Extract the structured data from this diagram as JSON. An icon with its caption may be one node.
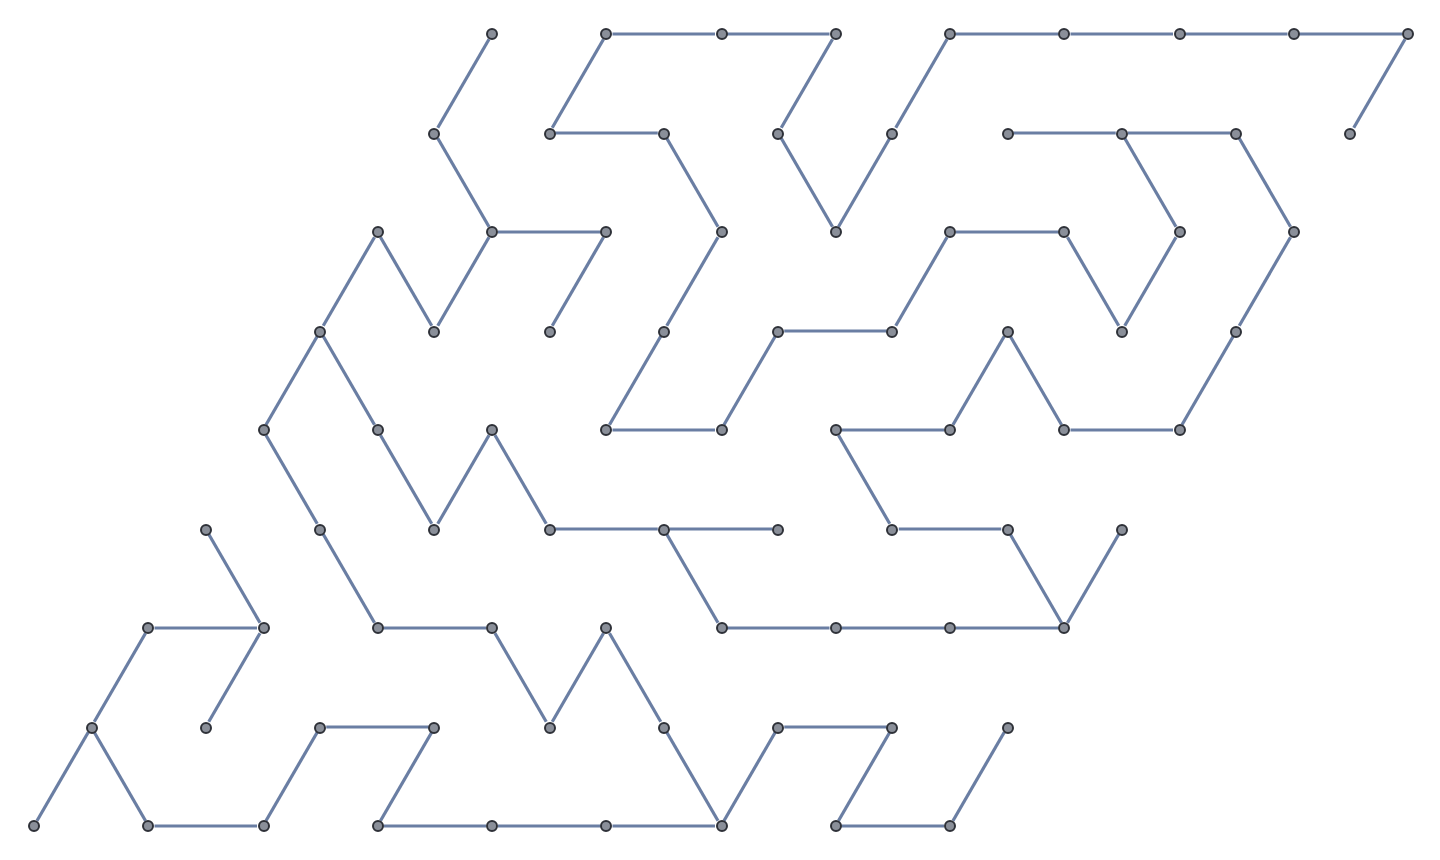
{
  "diagram": {
    "nodes": [
      {
        "text": [],
        "shape": "circle"
      },
      {
        "text": [],
        "shape": "circle"
      },
      {
        "text": [],
        "shape": "circle"
      },
      {
        "text": [],
        "shape": "circle"
      },
      {
        "text": [],
        "shape": "circle"
      },
      {
        "text": [],
        "shape": "circle"
      },
      {
        "text": [],
        "shape": "circle"
      },
      {
        "text": [],
        "shape": "circle"
      },
      {
        "text": [],
        "shape": "circle"
      },
      {
        "text": [],
        "shape": "circle"
      },
      {
        "text": [],
        "shape": "circle"
      },
      {
        "text": [],
        "shape": "circle"
      },
      {
        "text": [],
        "shape": "circle"
      },
      {
        "text": [],
        "shape": "circle"
      },
      {
        "text": [],
        "shape": "circle"
      },
      {
        "text": [],
        "shape": "circle"
      },
      {
        "text": [],
        "shape": "circle"
      },
      {
        "text": [],
        "shape": "circle"
      },
      {
        "text": [],
        "shape": "circle"
      },
      {
        "text": [],
        "shape": "circle"
      },
      {
        "text": [],
        "shape": "circle"
      },
      {
        "text": [],
        "shape": "circle"
      },
      {
        "text": [],
        "shape": "circle"
      },
      {
        "text": [],
        "shape": "circle"
      },
      {
        "text": [],
        "shape": "circle"
      },
      {
        "text": [],
        "shape": "circle"
      },
      {
        "text": [],
        "shape": "circle"
      },
      {
        "text": [],
        "shape": "circle"
      },
      {
        "text": [],
        "shape": "circle"
      },
      {
        "text": [],
        "shape": "circle"
      },
      {
        "text": [],
        "shape": "circle"
      },
      {
        "text": [],
        "shape": "circle"
      },
      {
        "text": [],
        "shape": "circle"
      },
      {
        "text": [],
        "shape": "circle"
      },
      {
        "text": [],
        "shape": "circle"
      },
      {
        "text": [],
        "shape": "circle"
      },
      {
        "text": [],
        "shape": "circle"
      },
      {
        "text": [],
        "shape": "circle"
      },
      {
        "text": [],
        "shape": "circle"
      },
      {
        "text": [],
        "shape": "circle"
      },
      {
        "text": [],
        "shape": "circle"
      },
      {
        "text": [],
        "shape": "circle"
      },
      {
        "text": [],
        "shape": "circle"
      },
      {
        "text": [],
        "shape": "circle"
      },
      {
        "text": [],
        "shape": "circle"
      },
      {
        "text": [],
        "shape": "circle"
      },
      {
        "text": [],
        "shape": "circle"
      },
      {
        "text": [],
        "shape": "circle"
      },
      {
        "text": [],
        "shape": "circle"
      },
      {
        "text": [],
        "shape": "circle"
      },
      {
        "text": [],
        "shape": "circle"
      },
      {
        "text": [],
        "shape": "circle"
      },
      {
        "text": [],
        "shape": "circle"
      },
      {
        "text": [],
        "shape": "circle"
      },
      {
        "text": [],
        "shape": "circle"
      },
      {
        "text": [],
        "shape": "circle"
      },
      {
        "text": [],
        "shape": "circle"
      },
      {
        "text": [],
        "shape": "circle"
      },
      {
        "text": [],
        "shape": "circle"
      },
      {
        "text": [],
        "shape": "circle"
      },
      {
        "text": [],
        "shape": "circle"
      },
      {
        "text": [],
        "shape": "circle"
      },
      {
        "text": [],
        "shape": "circle"
      },
      {
        "text": [],
        "shape": "circle"
      },
      {
        "text": [],
        "shape": "circle"
      },
      {
        "text": [],
        "shape": "circle"
      },
      {
        "text": [],
        "shape": "circle"
      },
      {
        "text": [],
        "shape": "circle"
      },
      {
        "text": [],
        "shape": "circle"
      },
      {
        "text": [],
        "shape": "circle"
      },
      {
        "text": [],
        "shape": "circle"
      },
      {
        "text": [],
        "shape": "circle"
      },
      {
        "text": [],
        "shape": "circle"
      },
      {
        "text": [],
        "shape": "circle"
      },
      {
        "text": [],
        "shape": "circle"
      },
      {
        "text": [],
        "shape": "circle"
      },
      {
        "text": [],
        "shape": "circle"
      },
      {
        "text": [],
        "shape": "circle"
      },
      {
        "text": [],
        "shape": "circle"
      },
      {
        "text": [],
        "shape": "circle"
      },
      {
        "text": [],
        "shape": "circle"
      }
    ],
    "edges": [
      {
        "from": 1,
        "to": 2,
        "arrow": "none"
      },
      {
        "from": 2,
        "to": 3,
        "arrow": "none"
      },
      {
        "from": 4,
        "to": 5,
        "arrow": "none"
      },
      {
        "from": 5,
        "to": 6,
        "arrow": "none"
      },
      {
        "from": 6,
        "to": 7,
        "arrow": "none"
      },
      {
        "from": 7,
        "to": 8,
        "arrow": "none"
      },
      {
        "from": 0,
        "to": 9,
        "arrow": "none"
      },
      {
        "from": 1,
        "to": 10,
        "arrow": "none"
      },
      {
        "from": 3,
        "to": 12,
        "arrow": "none"
      },
      {
        "from": 4,
        "to": 13,
        "arrow": "none"
      },
      {
        "from": 8,
        "to": 17,
        "arrow": "none"
      },
      {
        "from": 10,
        "to": 11,
        "arrow": "none"
      },
      {
        "from": 14,
        "to": 15,
        "arrow": "none"
      },
      {
        "from": 15,
        "to": 16,
        "arrow": "none"
      },
      {
        "from": 9,
        "to": 19,
        "arrow": "none"
      },
      {
        "from": 11,
        "to": 21,
        "arrow": "none"
      },
      {
        "from": 12,
        "to": 22,
        "arrow": "none"
      },
      {
        "from": 13,
        "to": 22,
        "arrow": "none"
      },
      {
        "from": 15,
        "to": 25,
        "arrow": "none"
      },
      {
        "from": 16,
        "to": 26,
        "arrow": "none"
      },
      {
        "from": 19,
        "to": 20,
        "arrow": "none"
      },
      {
        "from": 23,
        "to": 24,
        "arrow": "none"
      },
      {
        "from": 18,
        "to": 27,
        "arrow": "none"
      },
      {
        "from": 18,
        "to": 28,
        "arrow": "none"
      },
      {
        "from": 19,
        "to": 28,
        "arrow": "none"
      },
      {
        "from": 20,
        "to": 29,
        "arrow": "none"
      },
      {
        "from": 21,
        "to": 30,
        "arrow": "none"
      },
      {
        "from": 23,
        "to": 32,
        "arrow": "none"
      },
      {
        "from": 24,
        "to": 34,
        "arrow": "none"
      },
      {
        "from": 25,
        "to": 34,
        "arrow": "none"
      },
      {
        "from": 26,
        "to": 35,
        "arrow": "none"
      },
      {
        "from": 31,
        "to": 32,
        "arrow": "none"
      },
      {
        "from": 27,
        "to": 36,
        "arrow": "none"
      },
      {
        "from": 27,
        "to": 37,
        "arrow": "none"
      },
      {
        "from": 30,
        "to": 39,
        "arrow": "none"
      },
      {
        "from": 31,
        "to": 40,
        "arrow": "none"
      },
      {
        "from": 33,
        "to": 42,
        "arrow": "none"
      },
      {
        "from": 33,
        "to": 43,
        "arrow": "none"
      },
      {
        "from": 35,
        "to": 44,
        "arrow": "none"
      },
      {
        "from": 39,
        "to": 40,
        "arrow": "none"
      },
      {
        "from": 41,
        "to": 42,
        "arrow": "none"
      },
      {
        "from": 43,
        "to": 44,
        "arrow": "none"
      },
      {
        "from": 36,
        "to": 46,
        "arrow": "none"
      },
      {
        "from": 37,
        "to": 47,
        "arrow": "none"
      },
      {
        "from": 38,
        "to": 47,
        "arrow": "none"
      },
      {
        "from": 38,
        "to": 48,
        "arrow": "none"
      },
      {
        "from": 41,
        "to": 51,
        "arrow": "none"
      },
      {
        "from": 48,
        "to": 49,
        "arrow": "none"
      },
      {
        "from": 49,
        "to": 50,
        "arrow": "none"
      },
      {
        "from": 51,
        "to": 52,
        "arrow": "none"
      },
      {
        "from": 45,
        "to": 55,
        "arrow": "none"
      },
      {
        "from": 46,
        "to": 56,
        "arrow": "none"
      },
      {
        "from": 49,
        "to": 59,
        "arrow": "none"
      },
      {
        "from": 52,
        "to": 62,
        "arrow": "none"
      },
      {
        "from": 53,
        "to": 62,
        "arrow": "none"
      },
      {
        "from": 54,
        "to": 55,
        "arrow": "none"
      },
      {
        "from": 56,
        "to": 57,
        "arrow": "none"
      },
      {
        "from": 59,
        "to": 60,
        "arrow": "none"
      },
      {
        "from": 60,
        "to": 61,
        "arrow": "none"
      },
      {
        "from": 61,
        "to": 62,
        "arrow": "none"
      },
      {
        "from": 54,
        "to": 63,
        "arrow": "none"
      },
      {
        "from": 55,
        "to": 64,
        "arrow": "none"
      },
      {
        "from": 57,
        "to": 67,
        "arrow": "none"
      },
      {
        "from": 58,
        "to": 67,
        "arrow": "none"
      },
      {
        "from": 58,
        "to": 68,
        "arrow": "none"
      },
      {
        "from": 65,
        "to": 66,
        "arrow": "none"
      },
      {
        "from": 69,
        "to": 70,
        "arrow": "none"
      },
      {
        "from": 63,
        "to": 73,
        "arrow": "none"
      },
      {
        "from": 63,
        "to": 72,
        "arrow": "none"
      },
      {
        "from": 65,
        "to": 74,
        "arrow": "none"
      },
      {
        "from": 66,
        "to": 75,
        "arrow": "none"
      },
      {
        "from": 68,
        "to": 78,
        "arrow": "none"
      },
      {
        "from": 69,
        "to": 78,
        "arrow": "none"
      },
      {
        "from": 70,
        "to": 79,
        "arrow": "none"
      },
      {
        "from": 71,
        "to": 80,
        "arrow": "none"
      },
      {
        "from": 73,
        "to": 74,
        "arrow": "none"
      },
      {
        "from": 75,
        "to": 76,
        "arrow": "none"
      },
      {
        "from": 76,
        "to": 77,
        "arrow": "none"
      },
      {
        "from": 77,
        "to": 78,
        "arrow": "none"
      },
      {
        "from": 79,
        "to": 80,
        "arrow": "none"
      }
    ]
  }
}
